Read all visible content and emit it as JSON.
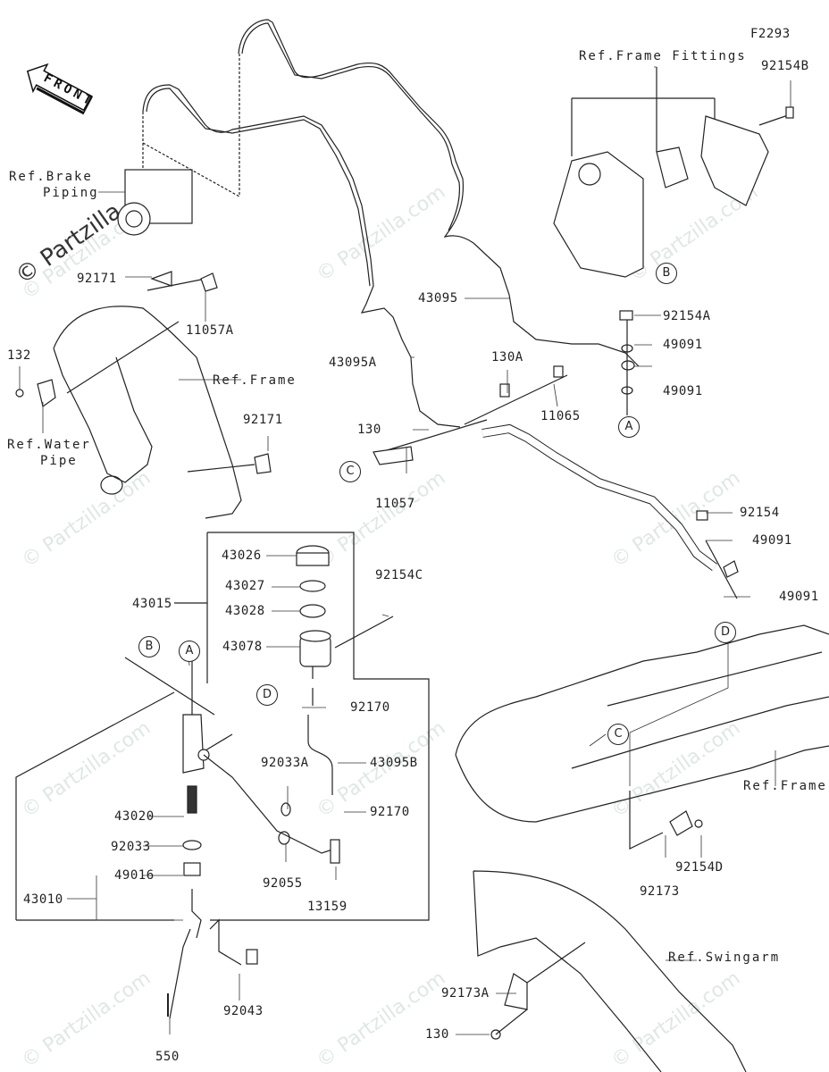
{
  "diagram": {
    "title": "Rear Master Cylinder / Brake Piping Parts Diagram",
    "figure_code": "F2293",
    "direction_label": "FRONT",
    "watermark": "© Partzilla.com",
    "reference_labels": {
      "brake_piping": [
        "Ref.Brake",
        "Piping"
      ],
      "frame_fittings": "Ref.Frame Fittings",
      "frame_left": "Ref.Frame",
      "water_pipe": [
        "Ref.Water",
        "Pipe"
      ],
      "frame_right": "Ref.Frame",
      "swingarm": "Ref.Swingarm"
    },
    "connection_markers": [
      "A",
      "B",
      "C",
      "D"
    ],
    "part_numbers": {
      "p92154B": "92154B",
      "p92171_top": "92171",
      "p11057A": "11057A",
      "p132": "132",
      "p92171_bottom": "92171",
      "p43095": "43095",
      "p92154A": "92154A",
      "p49091_a": "49091",
      "p49091_b": "49091",
      "p43095A": "43095A",
      "p130A": "130A",
      "p11065": "11065",
      "p130": "130",
      "p11057": "11057",
      "p92154": "92154",
      "p49091_c": "49091",
      "p49091_d": "49091",
      "p43026": "43026",
      "p43027": "43027",
      "p43028": "43028",
      "p43078": "43078",
      "p43015": "43015",
      "p92154C": "92154C",
      "p92170_a": "92170",
      "p92033A": "92033A",
      "p43095B": "43095B",
      "p92170_b": "92170",
      "p43020": "43020",
      "p92033": "92033",
      "p92055": "92055",
      "p49016": "49016",
      "p43010": "43010",
      "p13159": "13159",
      "p92043": "92043",
      "p550": "550",
      "p92173": "92173",
      "p92154D": "92154D",
      "p92173A": "92173A",
      "p130_bottom": "130"
    }
  }
}
